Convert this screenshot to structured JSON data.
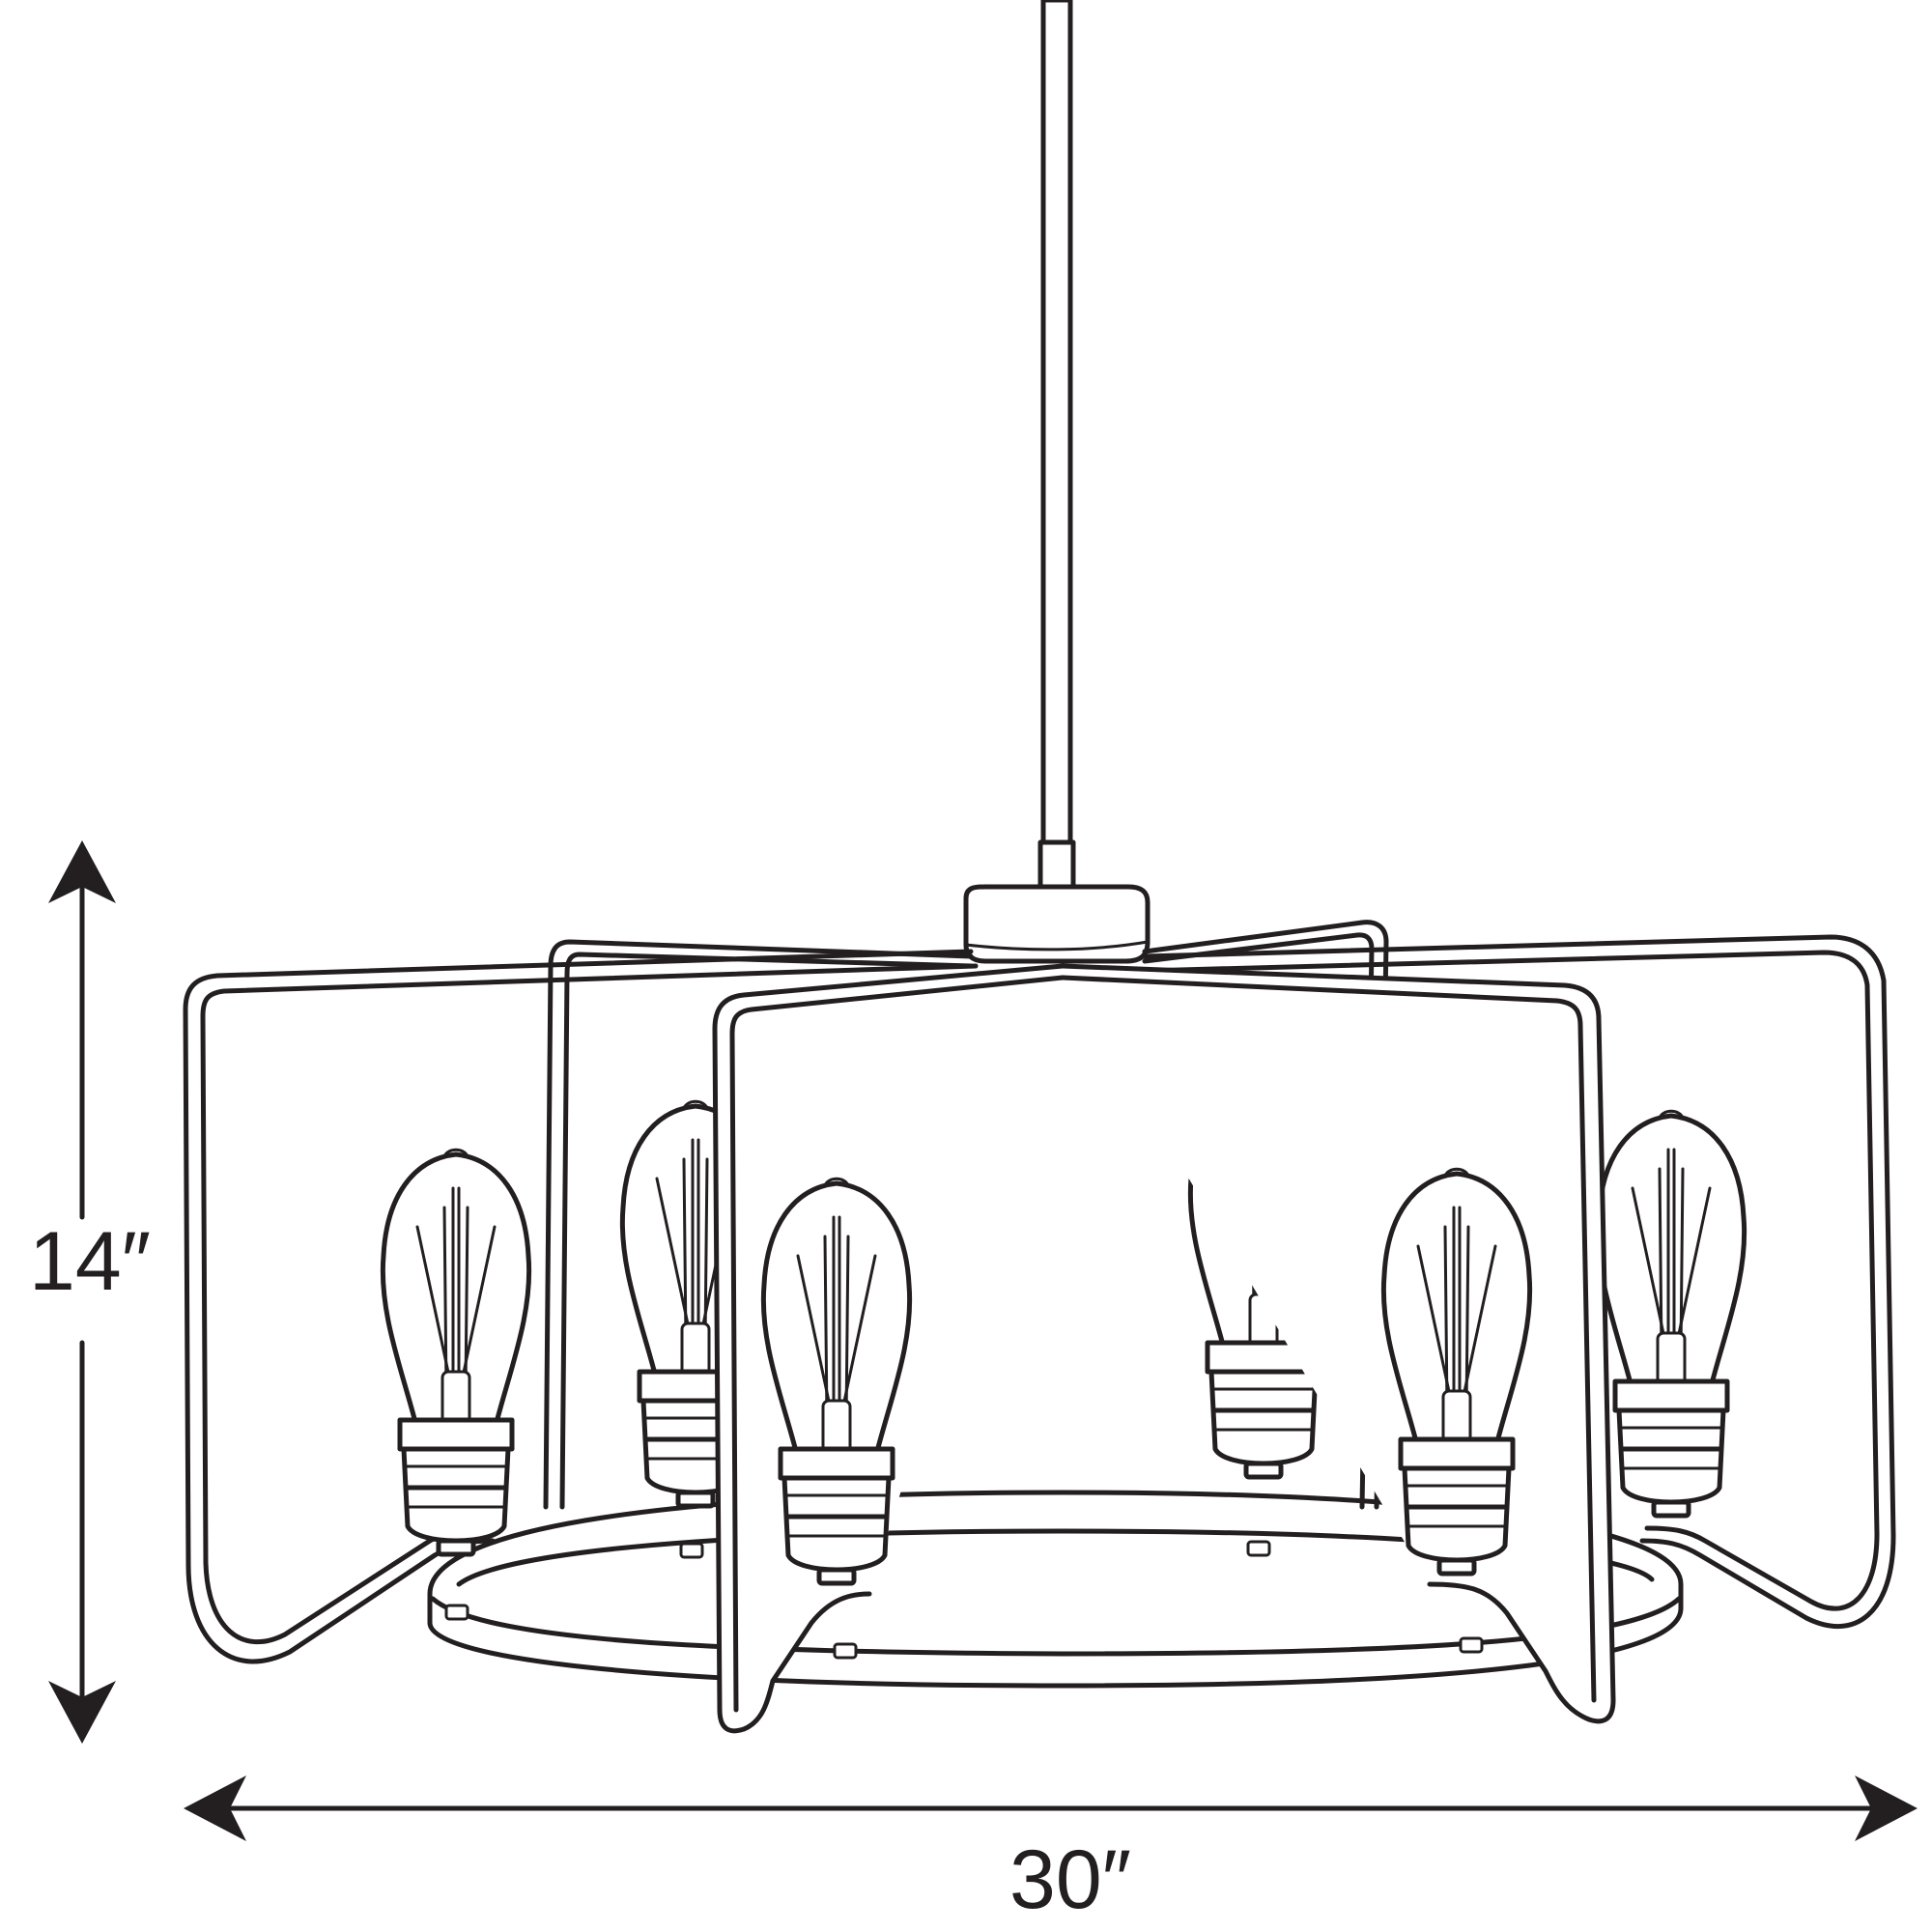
{
  "diagram": {
    "height_label": "14″",
    "width_label": "30″",
    "line_color": "#231f20",
    "background_color": "#ffffff",
    "bulb_count": 6,
    "arm_count": 5
  }
}
